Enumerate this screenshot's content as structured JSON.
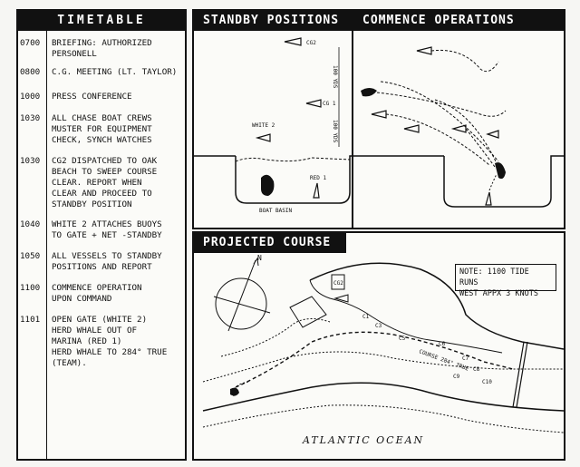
{
  "timetable": {
    "title": "TIMETABLE",
    "rows": [
      {
        "time": "0700",
        "text": "BRIEFING: AUTHORIZED\nPERSONELL"
      },
      {
        "time": "0800",
        "text": "C.G. MEETING (LT. TAYLOR)"
      },
      {
        "time": "1000",
        "text": "PRESS CONFERENCE"
      },
      {
        "time": "1030",
        "text": "ALL CHASE BOAT CREWS\nMUSTER FOR EQUIPMENT\nCHECK, SYNCH WATCHES"
      },
      {
        "time": "1030",
        "text": "CG2 DISPATCHED TO OAK\nBEACH TO SWEEP COURSE\nCLEAR. REPORT WHEN\nCLEAR AND PROCEED TO\nSTANDBY POSITION"
      },
      {
        "time": "1040",
        "text": "WHITE 2 ATTACHES BUOYS\nTO GATE + NET -STANDBY"
      },
      {
        "time": "1050",
        "text": "ALL VESSELS TO STANDBY\nPOSITIONS AND REPORT"
      },
      {
        "time": "1100",
        "text": "COMMENCE OPERATION\nUPON COMMAND"
      },
      {
        "time": "1101",
        "text": "OPEN GATE (WHITE 2)\nHERD WHALE OUT OF\nMARINA (RED 1)\nHERD WHALE TO 284° TRUE\n(TEAM)."
      }
    ]
  },
  "standby": {
    "title": "STANDBY POSITIONS",
    "labels": {
      "cg2": "CG2",
      "cg1": "CG 1",
      "white2": "WHITE 2",
      "red1": "RED 1",
      "basin": "BOAT BASIN",
      "dist1": "100 YDS",
      "dist2": "100 YDS"
    }
  },
  "commence": {
    "title": "COMMENCE OPERATIONS"
  },
  "projected": {
    "title": "PROJECTED COURSE",
    "note": "NOTE: 1100 TIDE RUNS\nWEST APPX 3 KNOTS",
    "north": "N",
    "cg2_tag": "CG2",
    "course_label": "COURSE\n284° TRUE",
    "marks": [
      "C1",
      "C3",
      "C5",
      "C6",
      "C7",
      "C8",
      "C9",
      "C10"
    ],
    "ocean": "ATLANTIC OCEAN"
  }
}
